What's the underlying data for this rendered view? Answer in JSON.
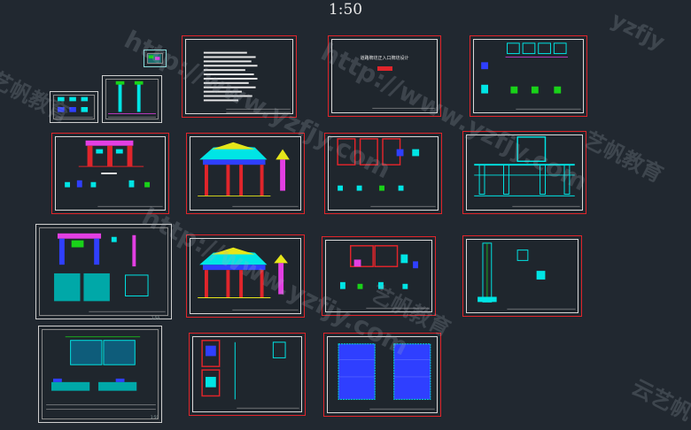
{
  "view": {
    "scale_text": "1:50"
  },
  "sheets": [
    {
      "id": "thumb-a",
      "label": ""
    },
    {
      "id": "thumb-b",
      "label": ""
    },
    {
      "id": "thumb-c",
      "label": ""
    },
    {
      "id": "notes",
      "label": ""
    },
    {
      "id": "cover",
      "title": "道路牌坊正入口牌坊设计"
    },
    {
      "id": "plan-details",
      "label": ""
    },
    {
      "id": "front-elevation-details",
      "label": ""
    },
    {
      "id": "archway-elevation-1",
      "label": ""
    },
    {
      "id": "section-details-1",
      "label": ""
    },
    {
      "id": "structure-plan",
      "label": ""
    },
    {
      "id": "framed-elevation",
      "label": "1:50"
    },
    {
      "id": "archway-elevation-2",
      "label": ""
    },
    {
      "id": "section-details-2",
      "label": ""
    },
    {
      "id": "column-details",
      "label": ""
    },
    {
      "id": "foundation-plan",
      "label": "1:50"
    },
    {
      "id": "pillar-details",
      "label": ""
    },
    {
      "id": "rebar-plan",
      "label": ""
    }
  ],
  "watermarks": [
    {
      "text": "http://www.yzfjy.com"
    },
    {
      "text": "http://www.yzfjy.com"
    },
    {
      "text": "http://www.yzfjy.com"
    },
    {
      "text": "艺帆教育"
    },
    {
      "text": "艺帆教育"
    },
    {
      "text": "艺帆教育"
    },
    {
      "text": "yzfjy"
    },
    {
      "text": "云艺帆"
    }
  ],
  "colors": {
    "background": "#212830",
    "frame_red": "#e0252b",
    "cyan": "#00e5e5",
    "green": "#19d219",
    "magenta": "#e33fe3",
    "yellow": "#e6e61a",
    "blue": "#2f3fff"
  }
}
